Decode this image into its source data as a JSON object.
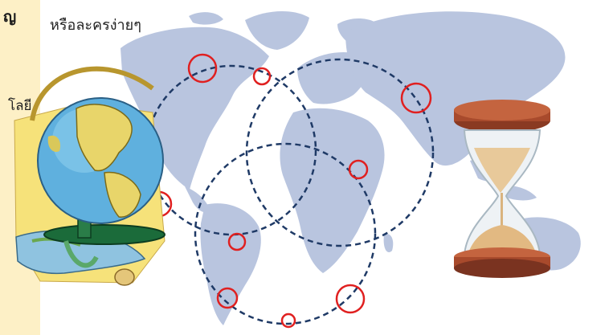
{
  "left_panel": {
    "heading_fragment": "ญ",
    "text_fragment": "โลยี"
  },
  "caption": "หรือละครง่ายๆ",
  "colors": {
    "world_map": "#b9c5df",
    "orbit_line": "#1f3a66",
    "marker": "#e02020",
    "panel_bg": "#fdf0c6"
  },
  "illustrations": [
    "globe-with-map-illustration",
    "hourglass-illustration"
  ]
}
